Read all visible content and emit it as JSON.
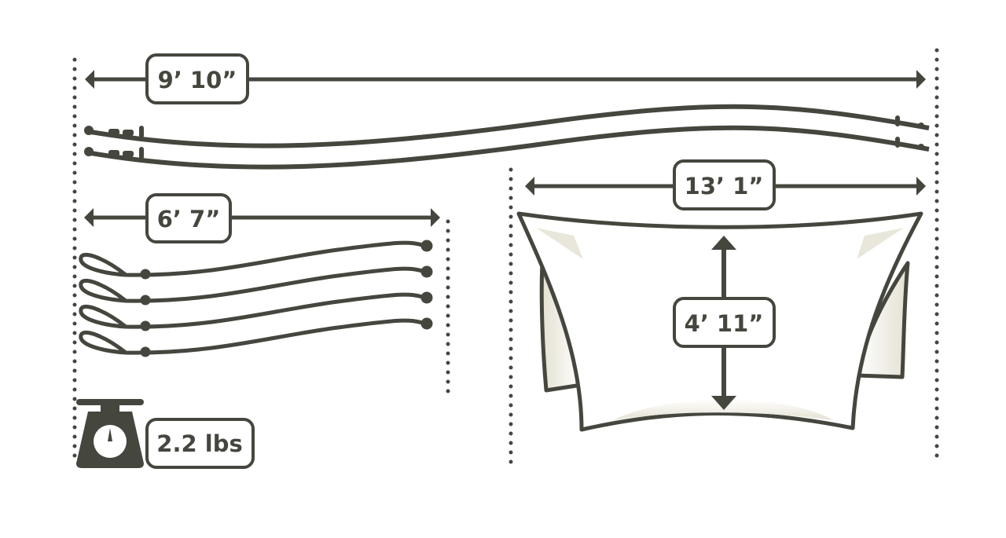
{
  "diagram": {
    "ridgeline_length": "9’ 10”",
    "guyline_length": "6’ 7”",
    "tarp_width": "13’ 1”",
    "tarp_height": "4’ 11”",
    "weight": "2.2 lbs"
  },
  "colors": {
    "ink": "#45463e",
    "shade": "#e4e1d2",
    "background": "#ffffff"
  },
  "icons": [
    "scale-icon",
    "double-arrow"
  ]
}
